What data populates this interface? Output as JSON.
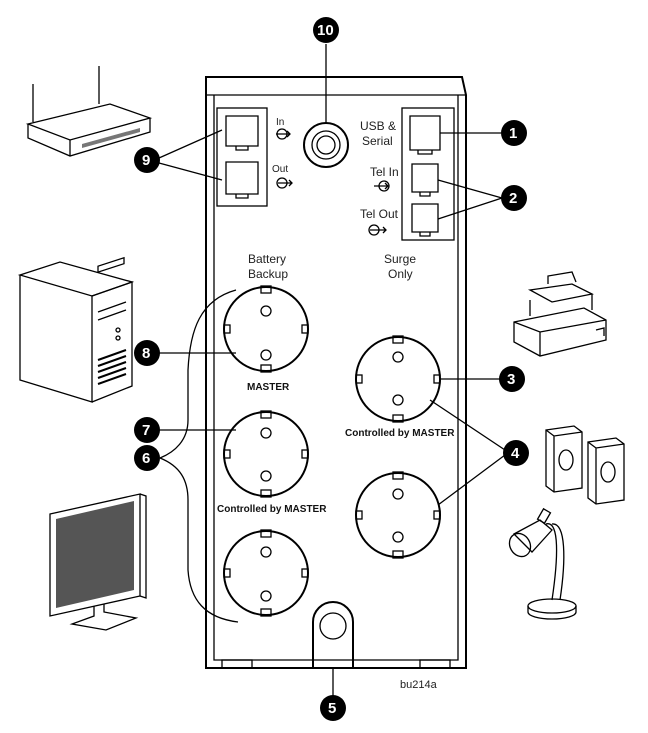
{
  "labels": {
    "usb_serial_line1": "USB &",
    "usb_serial_line2": "Serial",
    "tel_in": "Tel In",
    "tel_out": "Tel Out",
    "net_in": "In",
    "net_out": "Out",
    "battery_backup_line1": "Battery",
    "battery_backup_line2": "Backup",
    "surge_only_line1": "Surge",
    "surge_only_line2": "Only",
    "master": "MASTER",
    "controlled_right": "Controlled by MASTER",
    "controlled_left": "Controlled by MASTER",
    "figure_code": "bu214a"
  },
  "callouts": [
    "1",
    "2",
    "3",
    "4",
    "5",
    "6",
    "7",
    "8",
    "9",
    "10"
  ],
  "devices": [
    "router",
    "pc-tower",
    "monitor",
    "printer",
    "speakers",
    "lamp"
  ]
}
